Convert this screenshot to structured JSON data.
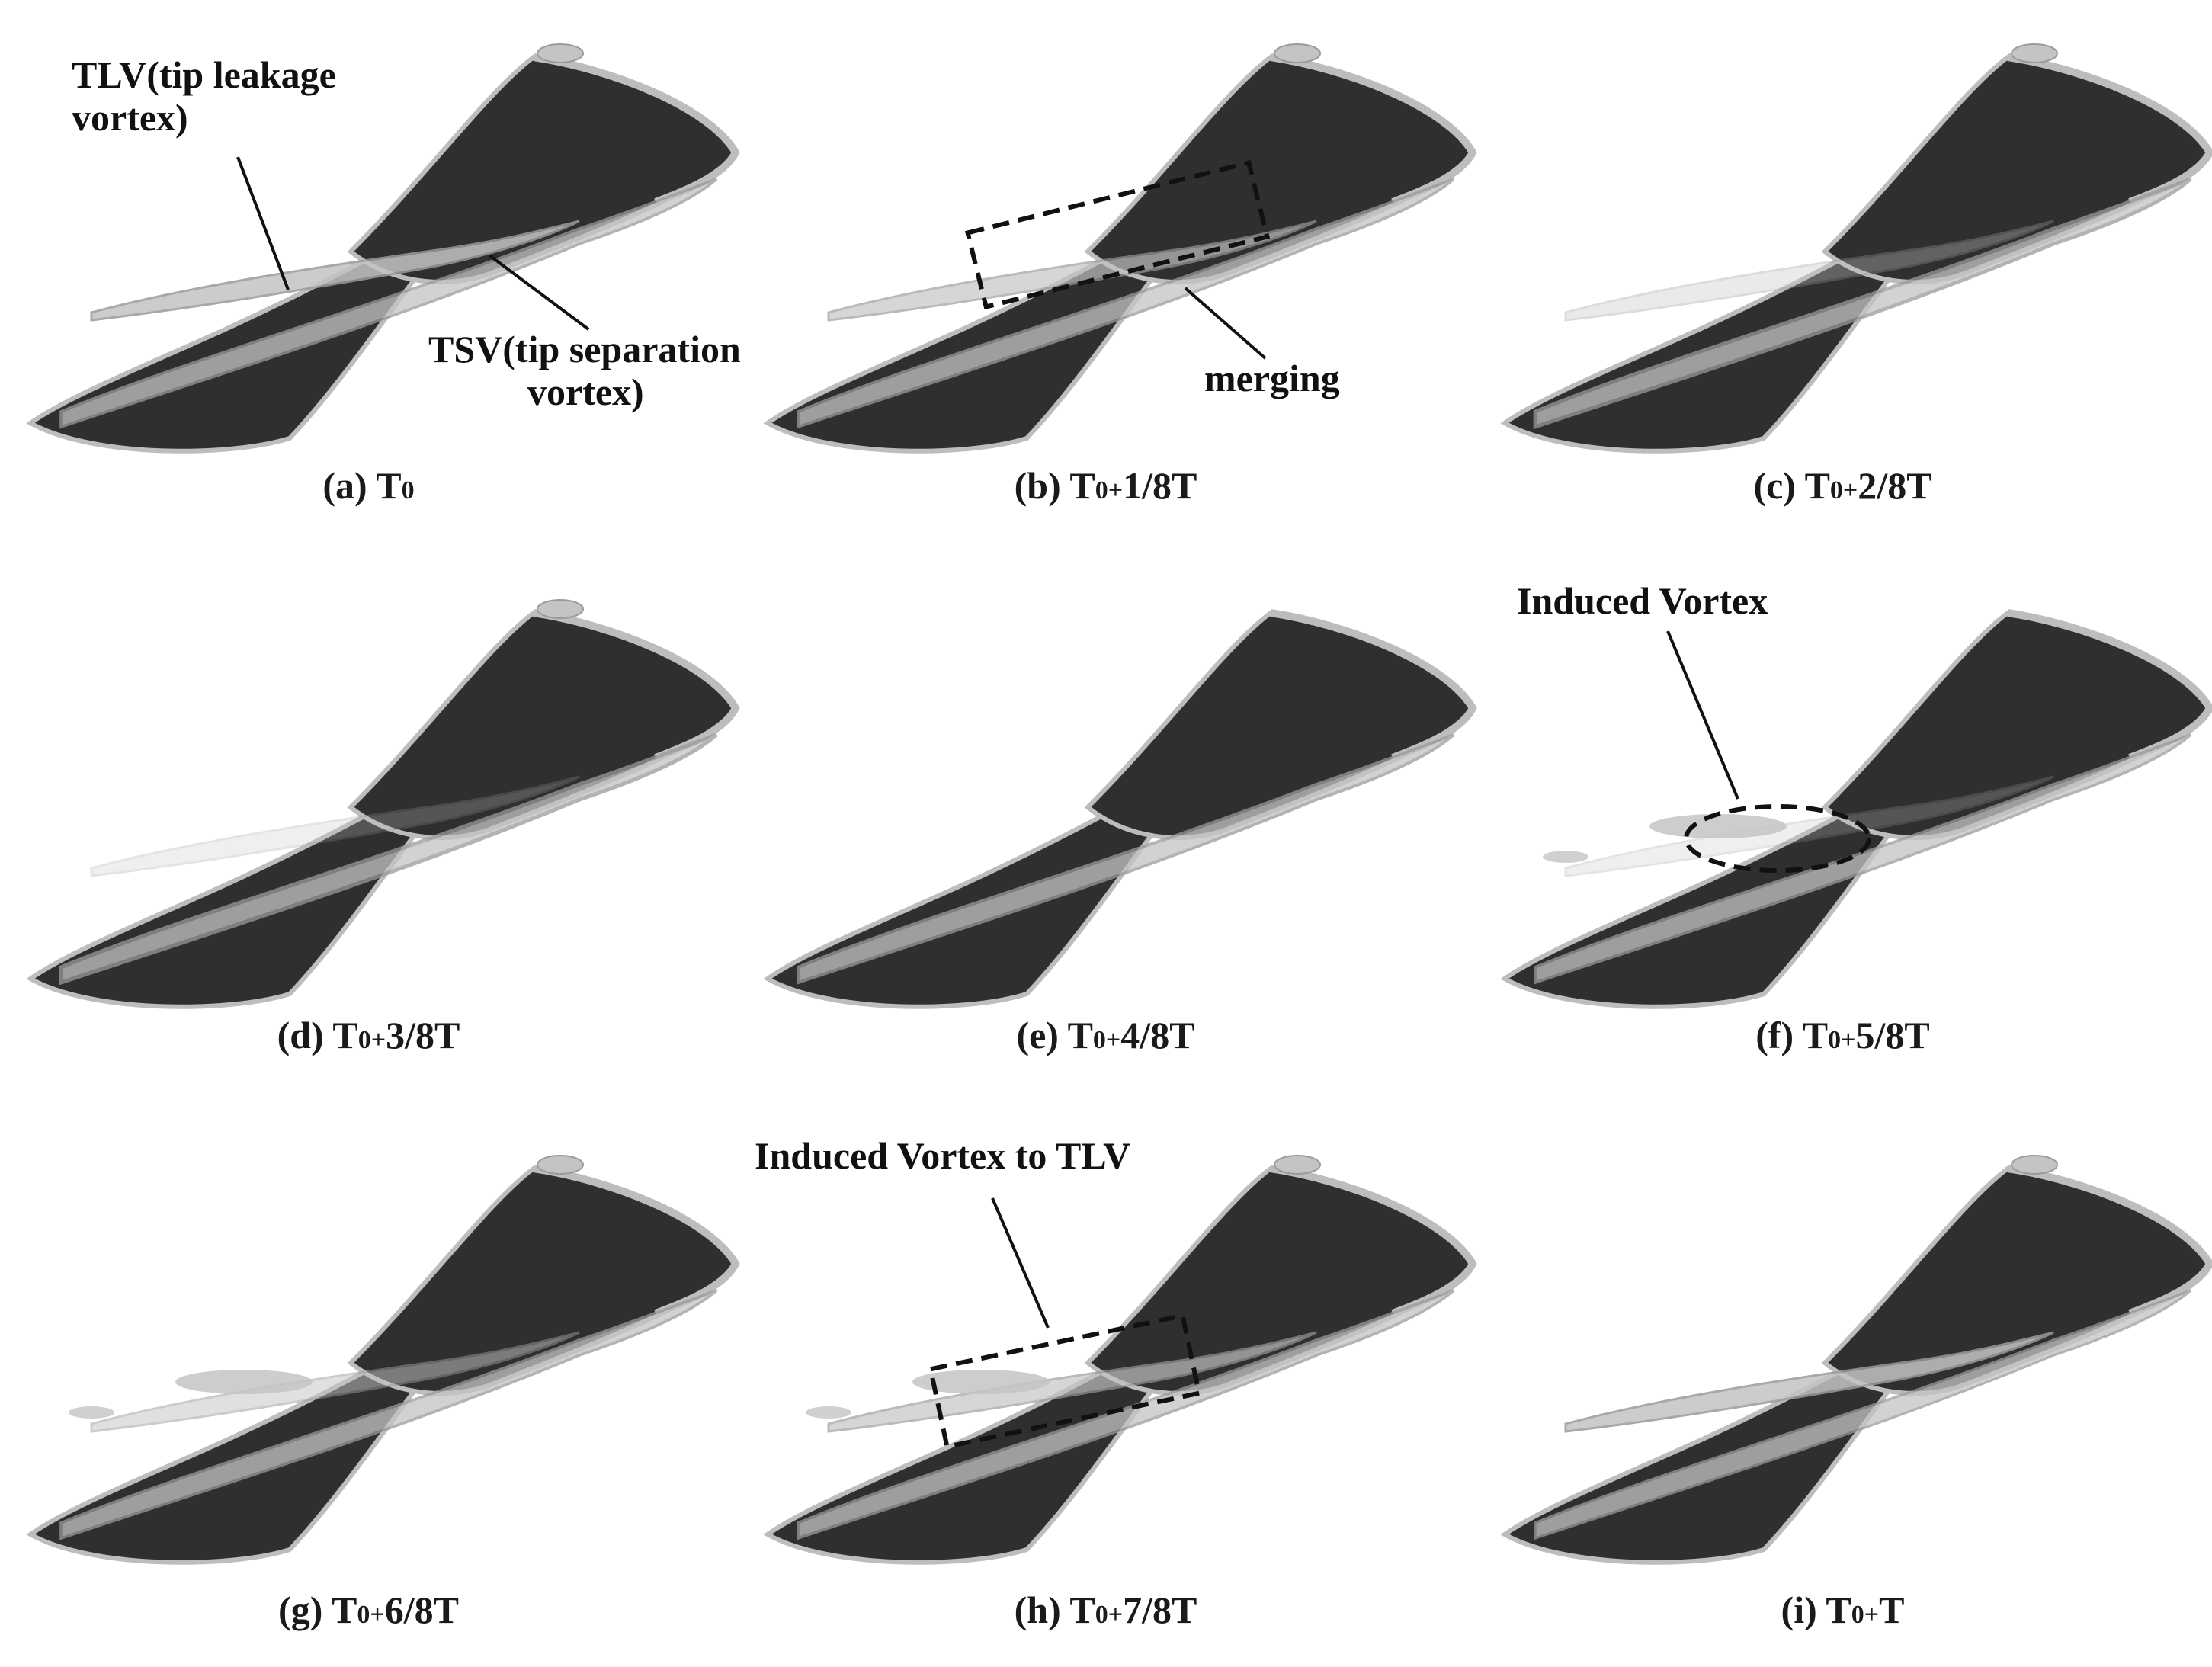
{
  "panels": [
    {
      "letter": "(a)",
      "base": "T",
      "sub": "0",
      "suffix": "",
      "tlv": 1.0,
      "tsv": 1.0,
      "induced": 0,
      "extra_tip": 1
    },
    {
      "letter": "(b)",
      "base": "T",
      "sub": "0+",
      "suffix": "1/8T",
      "tlv": 0.8,
      "tsv": 1.0,
      "induced": 0,
      "extra_tip": 1
    },
    {
      "letter": "(c)",
      "base": "T",
      "sub": "0+",
      "suffix": "2/8T",
      "tlv": 0.4,
      "tsv": 1.3,
      "induced": 0,
      "extra_tip": 1
    },
    {
      "letter": "(d)",
      "base": "T",
      "sub": "0+",
      "suffix": "3/8T",
      "tlv": 0.3,
      "tsv": 1.4,
      "induced": 0,
      "extra_tip": 1
    },
    {
      "letter": "(e)",
      "base": "T",
      "sub": "0+",
      "suffix": "4/8T",
      "tlv": 0.2,
      "tsv": 1.1,
      "induced": 0,
      "extra_tip": 0
    },
    {
      "letter": "(f)",
      "base": "T",
      "sub": "0+",
      "suffix": "5/8T",
      "tlv": 0.3,
      "tsv": 1.0,
      "induced": 1,
      "extra_tip": 0
    },
    {
      "letter": "(g)",
      "base": "T",
      "sub": "0+",
      "suffix": "6/8T",
      "tlv": 0.6,
      "tsv": 1.0,
      "induced": 1,
      "extra_tip": 1
    },
    {
      "letter": "(h)",
      "base": "T",
      "sub": "0+",
      "suffix": "7/8T",
      "tlv": 0.8,
      "tsv": 1.0,
      "induced": 1,
      "extra_tip": 1
    },
    {
      "letter": "(i)",
      "base": "T",
      "sub": "0+",
      "suffix": "T",
      "tlv": 1.0,
      "tsv": 0.9,
      "induced": 0,
      "extra_tip": 1
    }
  ],
  "annotations": {
    "tlv_line1": "TLV(tip leakage",
    "tlv_line2": "vortex)",
    "tsv_line1": "TSV(tip separation",
    "tsv_line2": "vortex)",
    "merging": "merging",
    "induced_vortex": "Induced Vortex",
    "induced_to_tlv": "Induced Vortex to TLV"
  },
  "colors": {
    "blade": "#2f2f2f",
    "blade_edge": "#bdbdbd",
    "vortex": "#c4c4c4",
    "vortex_dark": "#9a9a9a",
    "annotation": "#111111"
  }
}
